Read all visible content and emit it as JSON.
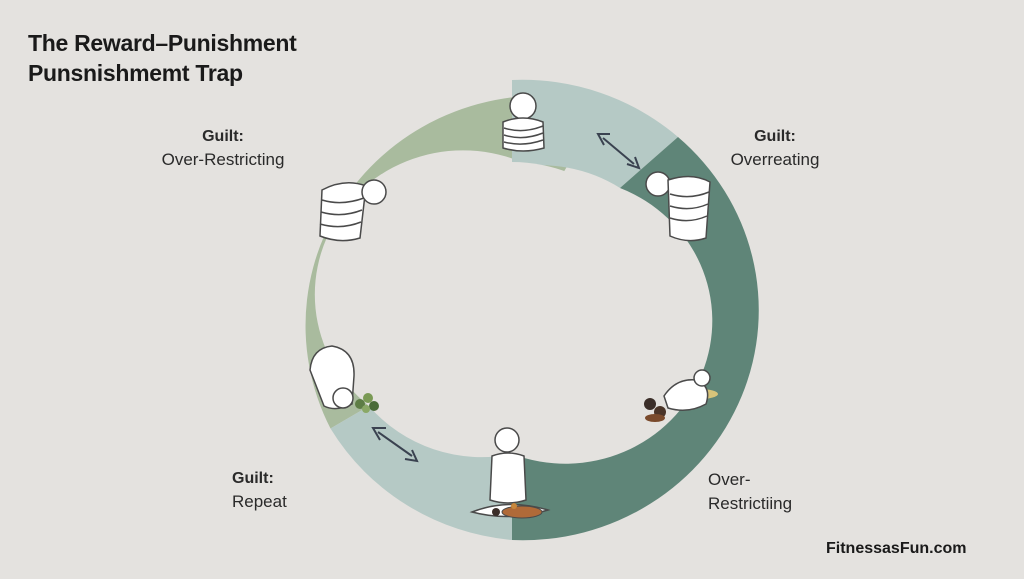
{
  "title": {
    "line1": "The Reward–Punishment",
    "line2": "Punsnishmemt Trap"
  },
  "labels": {
    "top_left": {
      "heading": "Guilt:",
      "text": "Over-Restricting"
    },
    "top_right": {
      "heading": "Guilt:",
      "text": "Overreating"
    },
    "bottom_left": {
      "heading": "Guilt:",
      "text": "Repeat"
    },
    "bottom_right": {
      "heading": "Over-",
      "text": "Restrictiing"
    }
  },
  "footer": {
    "brand": "FitnessasFun.com"
  },
  "colors": {
    "background": "#e4e2df",
    "segment_sage": "#a9bb9e",
    "segment_light": "#b5c9c5",
    "segment_dark": "#5f8578",
    "inner_fill": "#e4e2df",
    "arrow": "#3a4250"
  },
  "icons": [
    "bound-person-icon",
    "hunched-person-icon",
    "kneeling-person-food-icon",
    "seated-person-plate-icon",
    "collapsed-person-food-icon"
  ]
}
